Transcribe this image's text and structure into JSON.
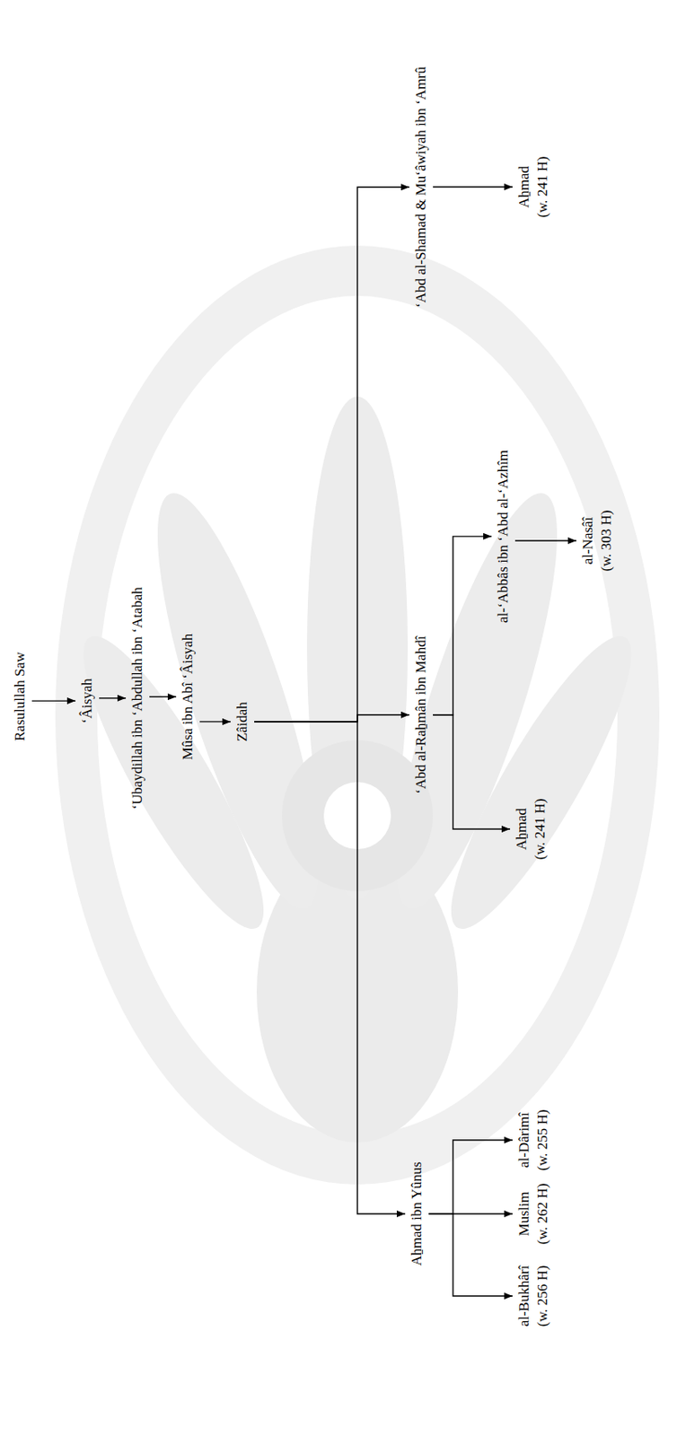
{
  "diagram": {
    "nodes": [
      {
        "text": [
          "Rasulullah Saw"
        ]
      },
      {
        "text": [
          "‘Âisyah"
        ]
      },
      {
        "text": [
          "‘Ubaydillah ibn ‘Abdullah ibn ‘Atabah"
        ]
      },
      {
        "text": [
          "Mûsa ibn Abî ‘Âisyah"
        ]
      },
      {
        "text": [
          "Zâidah"
        ]
      },
      {
        "text": [
          "Aẖmad ibn Yûnus"
        ]
      },
      {
        "text": [
          "‘Abd al-Raẖmân ibn Mahdî"
        ]
      },
      {
        "text": [
          "‘Abd al-Shamad & Mu‘âwiyah ibn ‘Amrû"
        ]
      },
      {
        "text": [
          "al-Bukhârî",
          "(w. 256 H)"
        ]
      },
      {
        "text": [
          "Muslim",
          "(w. 262 H)"
        ]
      },
      {
        "text": [
          "al-Dârimî",
          "(w. 255 H)"
        ]
      },
      {
        "text": [
          "Aẖmad",
          "(w. 241 H)"
        ]
      },
      {
        "text": [
          "al-‘Abbâs ibn ‘Abd al-‘Azhîm"
        ]
      },
      {
        "text": [
          "Aẖmad",
          "(w. 241 H)"
        ]
      },
      {
        "text": [
          "al-Nasâî",
          "(w. 303 H)"
        ]
      }
    ],
    "edges": [
      {
        "from": 0,
        "to": 1,
        "arrow": "to"
      },
      {
        "from": 1,
        "to": 2,
        "arrow": "to"
      },
      {
        "from": 2,
        "to": 3,
        "arrow": "to"
      },
      {
        "from": 3,
        "to": 4,
        "arrow": "to"
      },
      {
        "from": 4,
        "to": 5,
        "arrow": "to"
      },
      {
        "from": 4,
        "to": 6,
        "arrow": "to"
      },
      {
        "from": 4,
        "to": 7,
        "arrow": "to"
      },
      {
        "from": 5,
        "to": 8,
        "arrow": "to"
      },
      {
        "from": 5,
        "to": 9,
        "arrow": "to"
      },
      {
        "from": 5,
        "to": 10,
        "arrow": "to"
      },
      {
        "from": 6,
        "to": 11,
        "arrow": "to"
      },
      {
        "from": 6,
        "to": 12,
        "arrow": "to"
      },
      {
        "from": 12,
        "to": 14,
        "arrow": "to"
      },
      {
        "from": 7,
        "to": 13,
        "arrow": "to"
      }
    ]
  }
}
